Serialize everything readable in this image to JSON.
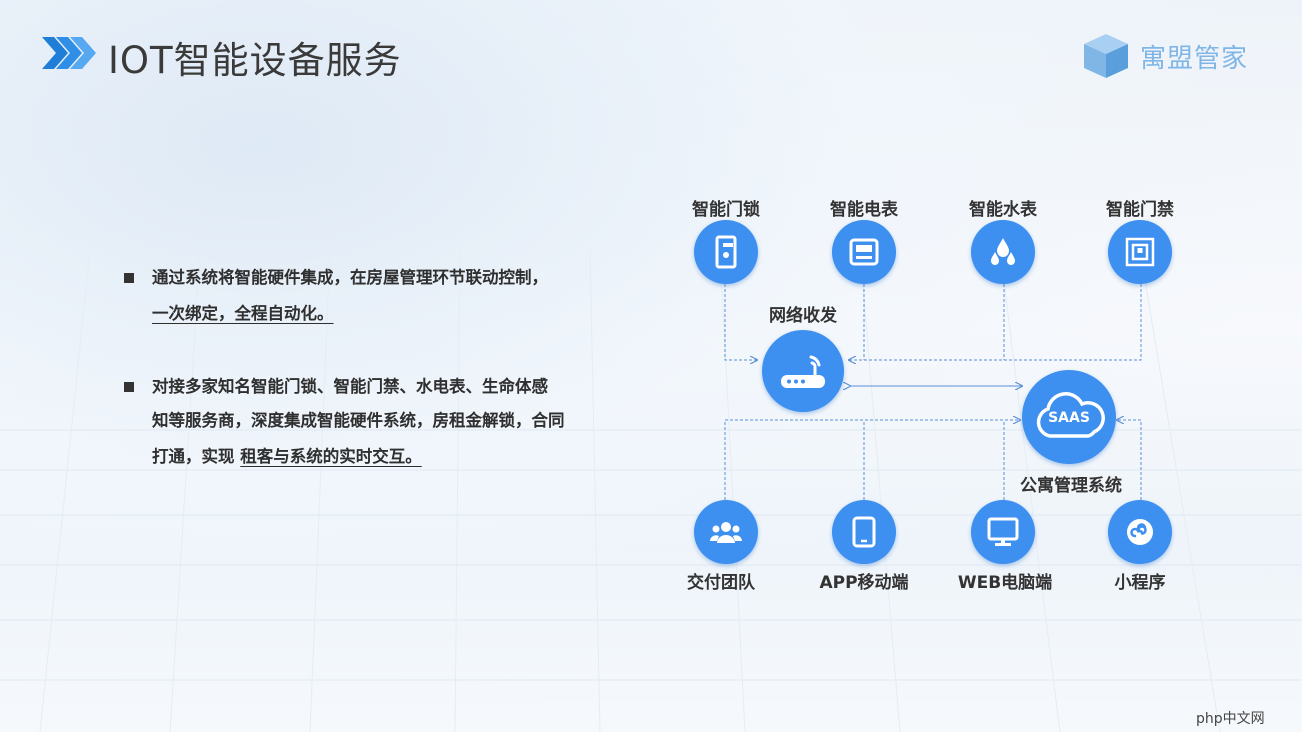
{
  "header": {
    "title": "IOT智能设备服务",
    "logo_text": "寓盟管家"
  },
  "bullets": [
    {
      "lines": [
        {
          "plain": "通过系统将智能硬件集成，在房屋管理环节联动控制，",
          "underlined": ""
        },
        {
          "plain": "",
          "underlined": "一次绑定，全程自动化。"
        }
      ]
    },
    {
      "lines": [
        {
          "plain": "对接多家知名智能门锁、智能门禁、水电表、生命体感",
          "underlined": ""
        },
        {
          "plain": "知等服务商，深度集成智能硬件系统，房租金解锁，合同",
          "underlined": ""
        },
        {
          "plain": "打通，实现 ",
          "underlined": "租客与系统的实时交互。"
        }
      ]
    }
  ],
  "diagram": {
    "top_devices": [
      {
        "label": "智能门锁",
        "icon": "door-lock-icon"
      },
      {
        "label": "智能电表",
        "icon": "electric-meter-icon"
      },
      {
        "label": "智能水表",
        "icon": "water-drops-icon"
      },
      {
        "label": "智能门禁",
        "icon": "access-control-icon"
      }
    ],
    "router": {
      "label": "网络收发",
      "icon": "router-icon"
    },
    "saas": {
      "text": "SAAS",
      "label": "公寓管理系统",
      "icon": "cloud-icon"
    },
    "bottom_clients": [
      {
        "label": "交付团队",
        "icon": "team-icon"
      },
      {
        "label": "APP移动端",
        "icon": "tablet-icon"
      },
      {
        "label": "WEB电脑端",
        "icon": "monitor-icon"
      },
      {
        "label": "小程序",
        "icon": "mini-program-icon"
      }
    ]
  },
  "watermark": "php中文网",
  "colors": {
    "accent": "#3d8ff0",
    "title_arrow": "#1f7fd8",
    "logo": "#7fb6e6",
    "connector": "#5a8fd6"
  }
}
